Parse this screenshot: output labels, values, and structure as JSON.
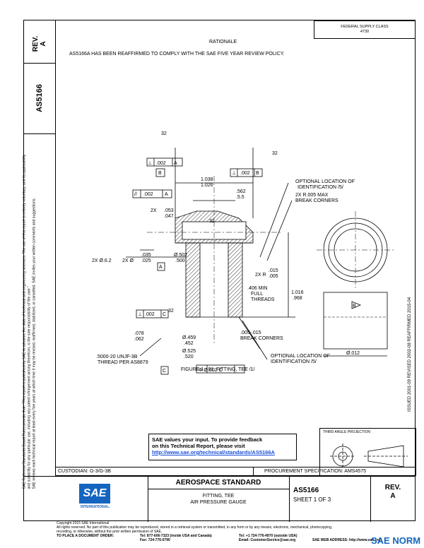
{
  "side": {
    "rev_label": "REV.",
    "rev_value": "A",
    "doc_number": "AS5166",
    "disclaimer_1": "SAE Technical Standards Board Rules provide that: \"This report is published by SAE to advance the state of technical and engineering sciences. The use of this report is entirely voluntary, and its applicability and suitability for any particular use, including any patent infringement arising therefrom, is the sole responsibility of the user.\"",
    "disclaimer_2": "SAE reviews each technical report at least every five years at which time it may be revised, reaffirmed, stabilized, or cancelled. SAE invites your written comments and suggestions."
  },
  "top_right_box": [
    "FEDERAL SUPPLY CLASS",
    "4730"
  ],
  "rationale": {
    "heading": "RATIONALE",
    "text": "AS5166A HAS BEEN REAFFIRMED TO COMPLY WITH THE SAE FIVE YEAR REVIEW POLICY."
  },
  "drawing": {
    "callouts": {
      "tol_flat": ".002",
      "datum_a": "A",
      "datum_b": "B",
      "datum_c": "C",
      "finish_32": "32",
      "perp_b": ".002",
      "perp_b_ref": "B",
      "dim_1038": "1.038",
      "dim_1026": "1.026",
      "dim_562": ".562",
      "dim_515": ".5.5",
      "par_002": ".002",
      "par_a": "A",
      "dim_053": ".053",
      "dim_047": ".047",
      "prefix_2x": "2X",
      "dia_6": "2X Ø.6.2",
      "dia_2x": "2X Ø",
      "dim_035": ".035",
      "dim_025": ".025",
      "dia_502": "Ø.502",
      "dia_500": ".500",
      "radius_label": "2X R",
      "r_015": ".015",
      "r_005": ".005",
      "min_thread_1": ".406 MIN",
      "min_thread_2": "FULL",
      "min_thread_3": "THREADS",
      "dim_1016": "1.016",
      "dim_968": ".968",
      "perp_c": ".002",
      "perp_c_ref": "C",
      "dim_078": ".078",
      "dim_062": ".062",
      "dia_459": "Ø.459",
      "dia_452": ".452",
      "dia_525": "Ø.525",
      "dia_520": ".520",
      "break_1": ".005-.015",
      "break_2": "BREAK CORNERS",
      "thread_1": ".5000-20 UNJF-3B",
      "thread_2": "THREAD PER AS8879",
      "pos_tol": "Φ Ø.002 C",
      "opt_id_1": "OPTIONAL LOCATION OF",
      "opt_id_2": "IDENTIFICATION /5/",
      "opt_id_3": "OPTIONAL LOCATION OF",
      "opt_id_4": "IDENTIFICATION /5/",
      "break_max_1": "2X R.005 MAX",
      "break_max_2": "BREAK CORNERS",
      "dia_012": "Ø.012",
      "view_b": "B"
    },
    "figure_caption": "FIGURE 1 - 01. FITTING, TEE /1/"
  },
  "right_margin_text": "ISSUED 2001-09    REVISED 2002-08    REAFFIRMED 2015-04",
  "third_angle": "THIRD ANGLE PROJECTION",
  "feedback": {
    "line1": "SAE values your input. To provide feedback",
    "line2": "on this Technical Report, please visit",
    "url": "http://www.sae.org/technical/standards/AS5166A"
  },
  "custodian": "CUSTODIAN: G-3/G-3B",
  "procurement": "PROCUREMENT SPECIFICATION: AMS4575",
  "title_block": {
    "logo_text": "SAE",
    "logo_sub": "INTERNATIONAL.",
    "standard": "AEROSPACE STANDARD",
    "line1": "FITTING, TEE",
    "line2": "AIR PRESSURE GAUGE",
    "doc": "AS5166",
    "sheet": "SHEET 1 OF 3",
    "rev_label": "REV.",
    "rev_value": "A"
  },
  "footer": {
    "copyright": "Copyright 2015 SAE International",
    "rights": "All rights reserved. No part of this publication may be reproduced, stored in a retrieval system or transmitted, in any form or by any means, electronic, mechanical, photocopying,",
    "rights2": "recording, or otherwise, without the prior written permission of SAE.",
    "order_label": "TO PLACE A DOCUMENT ORDER:",
    "tel1": "Tel: 877-606-7323 (inside USA and Canada)",
    "tel2": "Tel: +1 724-776-4970 (outside USA)",
    "fax": "Fax: 724-776-0790",
    "email": "Email: CustomerService@sae.org",
    "web": "SAE WEB ADDRESS: http://www.sae.org"
  },
  "watermark": "SAE NORM"
}
